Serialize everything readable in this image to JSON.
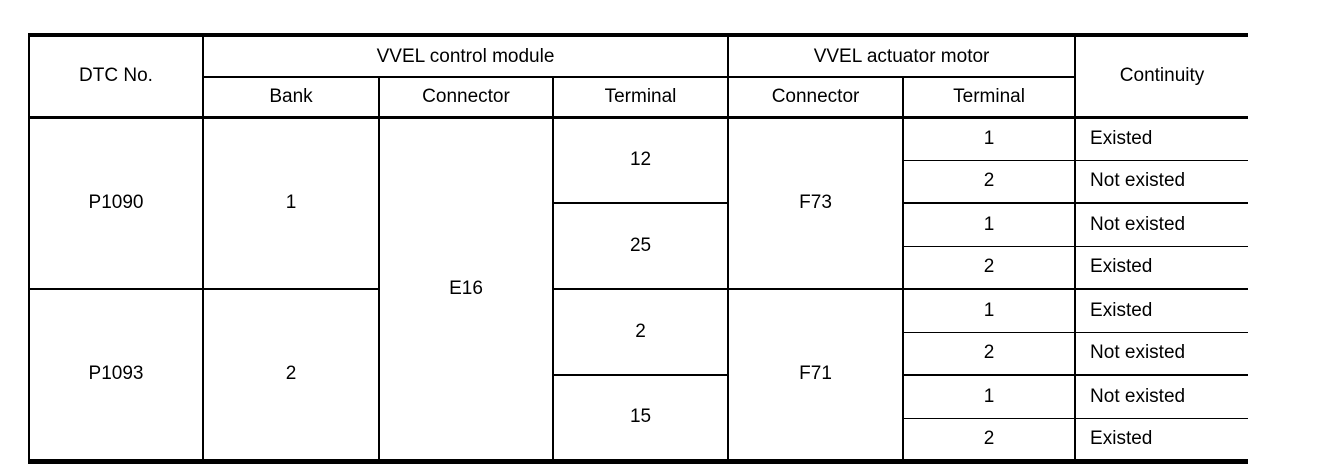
{
  "colors": {
    "background": "#ffffff",
    "border": "#000000",
    "text": "#000000"
  },
  "table": {
    "header": {
      "dtc_no": "DTC No.",
      "vvel_control_module": "VVEL control module",
      "vvel_actuator_motor": "VVEL actuator motor",
      "bank": "Bank",
      "module_connector": "Connector",
      "module_terminal": "Terminal",
      "motor_connector": "Connector",
      "motor_terminal": "Terminal",
      "continuity": "Continuity"
    },
    "module_connector_value": "E16",
    "dtc_groups": [
      {
        "dtc": "P1090",
        "bank": "1",
        "motor_connector": "F73",
        "terminal_pairs": [
          {
            "module_terminal": "12",
            "checks": [
              {
                "motor_terminal": "1",
                "continuity": "Existed"
              },
              {
                "motor_terminal": "2",
                "continuity": "Not existed"
              }
            ]
          },
          {
            "module_terminal": "25",
            "checks": [
              {
                "motor_terminal": "1",
                "continuity": "Not existed"
              },
              {
                "motor_terminal": "2",
                "continuity": "Existed"
              }
            ]
          }
        ]
      },
      {
        "dtc": "P1093",
        "bank": "2",
        "motor_connector": "F71",
        "terminal_pairs": [
          {
            "module_terminal": "2",
            "checks": [
              {
                "motor_terminal": "1",
                "continuity": "Existed"
              },
              {
                "motor_terminal": "2",
                "continuity": "Not existed"
              }
            ]
          },
          {
            "module_terminal": "15",
            "checks": [
              {
                "motor_terminal": "1",
                "continuity": "Not existed"
              },
              {
                "motor_terminal": "2",
                "continuity": "Existed"
              }
            ]
          }
        ]
      }
    ]
  }
}
